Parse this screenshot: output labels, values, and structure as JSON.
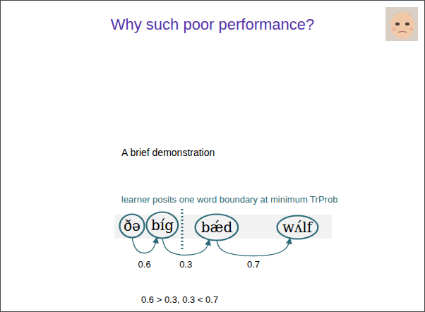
{
  "diagram": {
    "title": "Why such poor performance?",
    "nodes": [
      {
        "text": [
          "ðə"
        ]
      },
      {
        "text": [
          "bíg"
        ]
      },
      {
        "text": [
          "bǽd"
        ]
      },
      {
        "text": [
          "wʌ́lf"
        ]
      }
    ],
    "edges": [
      {
        "from": 0,
        "to": 1,
        "arrow": "to",
        "label": "0.6"
      },
      {
        "from": 1,
        "to": 2,
        "arrow": "to",
        "label": "0.3"
      },
      {
        "from": 2,
        "to": 3,
        "arrow": "to",
        "label": "0.7"
      }
    ],
    "labels": [
      "A brief demonstration",
      "learner posits one word boundary at minimum TrProb",
      "0.6 > 0.3, 0.3 < 0.7"
    ]
  }
}
